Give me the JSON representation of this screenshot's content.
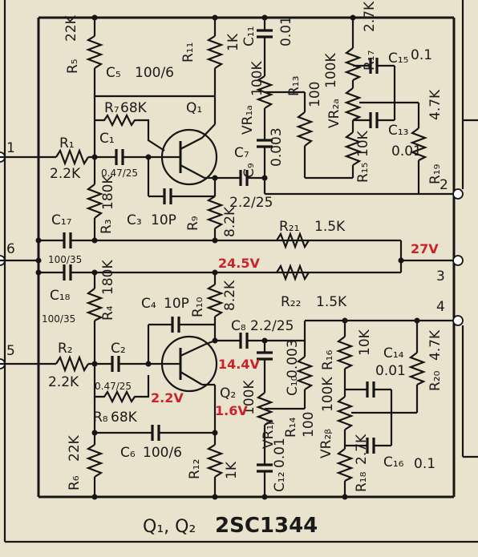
{
  "title": "Q₁, Q₂ 2SC1344",
  "title_prefix": "Q₁, Q₂",
  "title_part": "2SC1344",
  "pins": [
    "1",
    "2",
    "3",
    "4",
    "5",
    "6"
  ],
  "colors": {
    "paper": "#e9e2cc",
    "ink": "#151515",
    "red": "#c8232b"
  },
  "components": {
    "R5": {
      "ref": "R₅",
      "value": "22K"
    },
    "C5": {
      "ref": "C₅",
      "value": "100/6"
    },
    "R7": {
      "ref": "R₇",
      "value": "68K"
    },
    "R11": {
      "ref": "R₁₁",
      "value": "1K"
    },
    "C11": {
      "ref": "C₁₁",
      "value": "0.01"
    },
    "VR1a": {
      "ref": "VR₁ₐ",
      "value": "100K"
    },
    "R13": {
      "ref": "R₁₃",
      "value": "100"
    },
    "VR2a": {
      "ref": "VR₂ₐ",
      "value": "100K"
    },
    "R17": {
      "ref": "R₁₇",
      "value": "2.7K"
    },
    "C15": {
      "ref": "C₁₅",
      "value": "0.1"
    },
    "C13": {
      "ref": "C₁₃",
      "value": "0.01"
    },
    "R19": {
      "ref": "R₁₉",
      "value": "4.7K"
    },
    "R15": {
      "ref": "R₁₅",
      "value": "10K"
    },
    "C9": {
      "ref": "C₉",
      "value": "0.003"
    },
    "R1": {
      "ref": "R₁",
      "value": "2.2K"
    },
    "C1": {
      "ref": "C₁",
      "value": "0.47/25"
    },
    "Q1": {
      "ref": "Q₁"
    },
    "C7": {
      "ref": "C₇",
      "value": "2.2/25"
    },
    "R3": {
      "ref": "R₃",
      "value": "180K"
    },
    "C3": {
      "ref": "C₃",
      "value": "10P"
    },
    "R9": {
      "ref": "R₉",
      "value": "8.2K"
    },
    "C17": {
      "ref": "C₁₇",
      "value": "100/35"
    },
    "R21": {
      "ref": "R₂₁",
      "value": "1.5K"
    },
    "C18": {
      "ref": "C₁₈",
      "value": "100/35"
    },
    "R4": {
      "ref": "R₄",
      "value": "180K"
    },
    "C4": {
      "ref": "C₄",
      "value": "10P"
    },
    "R10": {
      "ref": "R₁₀",
      "value": "8.2K"
    },
    "R22": {
      "ref": "R₂₂",
      "value": "1.5K"
    },
    "C8": {
      "ref": "C₈",
      "value": "2.2/25"
    },
    "R2": {
      "ref": "R₂",
      "value": "2.2K"
    },
    "C2": {
      "ref": "C₂",
      "value": "0.47/25"
    },
    "Q2": {
      "ref": "Q₂"
    },
    "C10": {
      "ref": "C₁₀",
      "value": "0.003"
    },
    "R16": {
      "ref": "R₁₆",
      "value": "10K"
    },
    "C14": {
      "ref": "C₁₄",
      "value": "0.01"
    },
    "R20": {
      "ref": "R₂₀",
      "value": "4.7K"
    },
    "R8": {
      "ref": "R₈",
      "value": "68K"
    },
    "VR1b": {
      "ref": "VR₁ᵦ",
      "value": "100K"
    },
    "R14": {
      "ref": "R₁₄",
      "value": "100"
    },
    "VR2b": {
      "ref": "VR₂ᵦ",
      "value": "100K"
    },
    "C6": {
      "ref": "C₆",
      "value": "100/6"
    },
    "R12": {
      "ref": "R₁₂",
      "value": "1K"
    },
    "C12": {
      "ref": "C₁₂",
      "value": "0.01"
    },
    "R18": {
      "ref": "R₁₈",
      "value": "2.7K"
    },
    "C16": {
      "ref": "C₁₆",
      "value": "0.1"
    },
    "R6": {
      "ref": "R₆",
      "value": "22K"
    }
  },
  "voltages": {
    "v27": "27V",
    "v245": "24.5V",
    "v144": "14.4V",
    "v22": "2.2V",
    "v16": "1.6V"
  }
}
